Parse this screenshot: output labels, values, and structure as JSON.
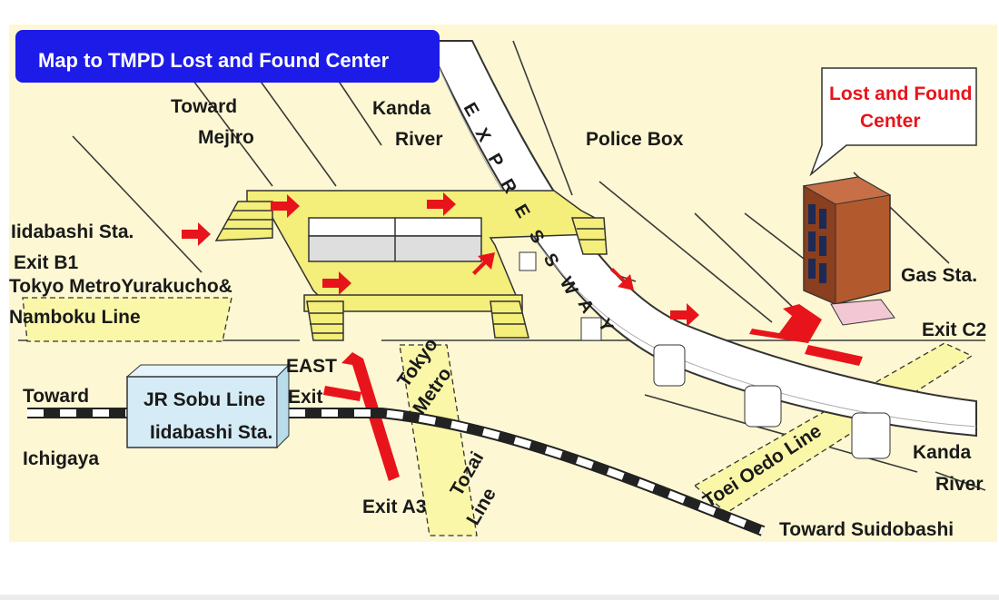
{
  "title": "Map to TMPD Lost and Found Center",
  "callout": {
    "line1": "Lost and Found",
    "line2": "Center"
  },
  "labels": {
    "toward_mejiro_1": "Toward",
    "toward_mejiro_2": "Mejiro",
    "kanda_river_top_1": "Kanda",
    "kanda_river_top_2": "River",
    "police_box": "Police Box",
    "iidabashi_exit_1": "Iidabashi Sta.",
    "iidabashi_exit_2": "Exit B1",
    "tokyo_metro_1": "Tokyo MetroYurakucho&",
    "tokyo_metro_2": "Namboku Line",
    "gas_station": "Gas Sta.",
    "exit_c2": "Exit C2",
    "east_exit_1": "EAST",
    "east_exit_2": "Exit",
    "jr_line_1": "JR Sobu Line",
    "jr_line_2": "Iidabashi Sta.",
    "toward_ichigaya_1": "Toward",
    "toward_ichigaya_2": "Ichigaya",
    "exit_a3": "Exit A3",
    "tokyo_metro_diag_1": "Tokyo",
    "tokyo_metro_diag_2": "Metro",
    "tozai_1": "Tozai",
    "tozai_2": "Line",
    "toei_oedo": "Toei Oedo Line",
    "kanda_river_bottom_1": "Kanda",
    "kanda_river_bottom_2": "River",
    "toward_suidobashi": "Toward Suidobashi"
  },
  "expressway_letters": [
    "E",
    "X",
    "P",
    "R",
    "E",
    "S",
    "S",
    "W",
    "A",
    "Y"
  ],
  "colors": {
    "background": "#fdf8d3",
    "title_box": "#1d1be8",
    "highlight_red": "#e8141b",
    "walkway_yellow": "#f4ee7a",
    "subway_yellow": "#fbf7a8",
    "station_box": "#d5ecf6",
    "building": "#b25a2e"
  }
}
